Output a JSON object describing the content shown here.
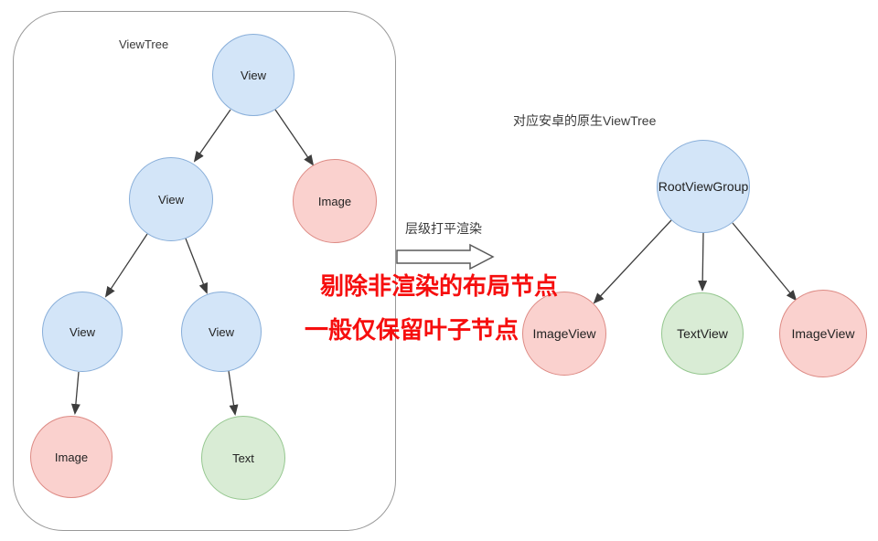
{
  "left_panel": {
    "title": "ViewTree",
    "nodes": {
      "root": {
        "label": "View",
        "type": "view"
      },
      "l2_view": {
        "label": "View",
        "type": "view"
      },
      "l2_image": {
        "label": "Image",
        "type": "image"
      },
      "l3_view_a": {
        "label": "View",
        "type": "view"
      },
      "l3_view_b": {
        "label": "View",
        "type": "view"
      },
      "l4_image": {
        "label": "Image",
        "type": "image"
      },
      "l4_text": {
        "label": "Text",
        "type": "text"
      }
    }
  },
  "transform": {
    "arrow_label": "层级打平渲染",
    "note_line1": "剔除非渲染的布局节点",
    "note_line2": "一般仅保留叶子节点"
  },
  "right_panel": {
    "title": "对应安卓的原生ViewTree",
    "nodes": {
      "root": {
        "label": "RootViewGroup",
        "type": "view"
      },
      "image_a": {
        "label": "ImageView",
        "type": "image"
      },
      "text": {
        "label": "TextView",
        "type": "text"
      },
      "image_b": {
        "label": "ImageView",
        "type": "image"
      }
    }
  },
  "colors": {
    "view_fill": "#d3e5f8",
    "view_border": "#88aed9",
    "image_fill": "#fad1ce",
    "image_border": "#dd8a84",
    "text_fill": "#d9ecd5",
    "text_border": "#95c78f",
    "annotation_red": "#f60e0e",
    "edge_line": "#3d3d3d",
    "container_border": "#999999"
  }
}
